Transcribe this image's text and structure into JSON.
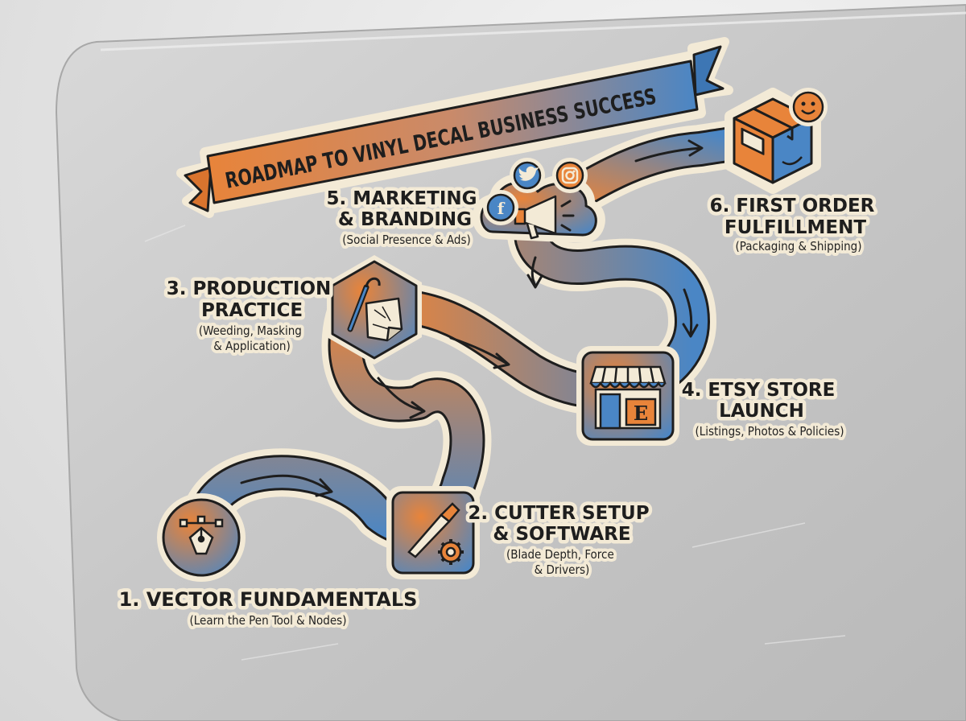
{
  "banner": {
    "title": "ROADMAP TO VINYL DECAL BUSINESS SUCCESS"
  },
  "steps": [
    {
      "title_lines": [
        "1. VECTOR FUNDAMENTALS"
      ],
      "subtitle_lines": [
        "(Learn the Pen Tool & Nodes)"
      ],
      "icon": "pen-tool-icon"
    },
    {
      "title_lines": [
        "2. CUTTER SETUP",
        "& SOFTWARE"
      ],
      "subtitle_lines": [
        "(Blade Depth, Force",
        "& Drivers)"
      ],
      "icon": "blade-gear-icon"
    },
    {
      "title_lines": [
        "3. PRODUCTION",
        "PRACTICE"
      ],
      "subtitle_lines": [
        "(Weeding, Masking",
        "& Application)"
      ],
      "icon": "weeding-hook-icon"
    },
    {
      "title_lines": [
        "4. ETSY STORE",
        "LAUNCH"
      ],
      "subtitle_lines": [
        "(Listings, Photos & Policies)"
      ],
      "icon": "storefront-icon",
      "icon_letter": "E"
    },
    {
      "title_lines": [
        "5. MARKETING",
        "& BRANDING"
      ],
      "subtitle_lines": [
        "(Social Presence & Ads)"
      ],
      "icon": "megaphone-social-icon",
      "social_letters": {
        "facebook": "f"
      }
    },
    {
      "title_lines": [
        "6. FIRST ORDER",
        "FULFILLMENT"
      ],
      "subtitle_lines": [
        "(Packaging & Shipping)"
      ],
      "icon": "package-smile-icon"
    }
  ],
  "colors": {
    "orange": "#e8843a",
    "blue": "#4a86c5",
    "outline": "#1e1e1e",
    "sticker_border": "#f3ead6",
    "laptop": "#c9c9c9"
  }
}
